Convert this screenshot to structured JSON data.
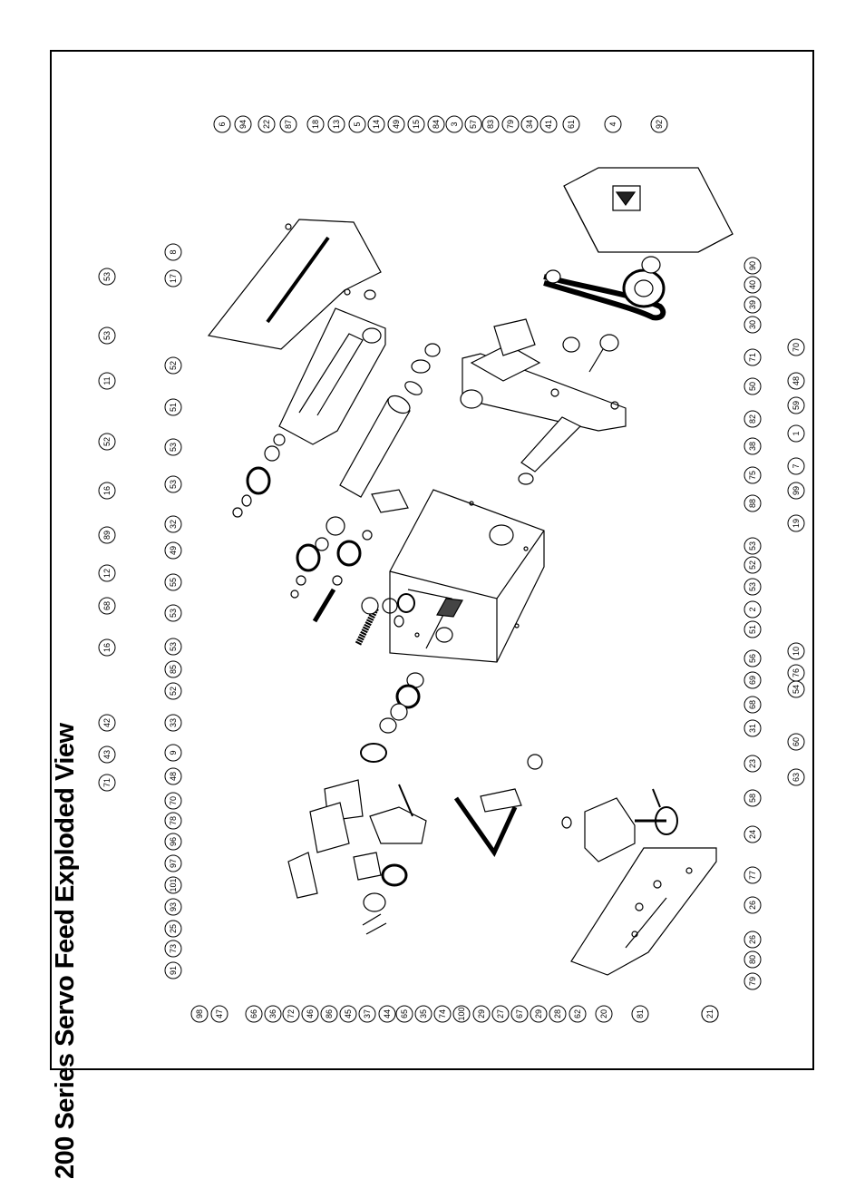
{
  "title": "200 Series Servo Feed Exploded View",
  "callouts": {
    "top": [
      "6",
      "94",
      "22",
      "87",
      "18",
      "13",
      "5",
      "14",
      "49",
      "15",
      "84",
      "3",
      "57",
      "83",
      "79",
      "34",
      "41",
      "61",
      "4",
      "92"
    ],
    "right": [
      "90",
      "40",
      "39",
      "30",
      "70",
      "71",
      "48",
      "50",
      "59",
      "82",
      "1",
      "38",
      "7",
      "75",
      "99",
      "88",
      "19",
      "53",
      "52",
      "53",
      "2",
      "51",
      "10",
      "56",
      "76",
      "69",
      "54",
      "68",
      "31",
      "60",
      "23",
      "63",
      "58",
      "24",
      "77",
      "26",
      "26",
      "80",
      "79",
      "21"
    ],
    "left_upper": [
      "8",
      "17",
      "53",
      "53",
      "52",
      "11",
      "51",
      "52",
      "53",
      "53",
      "16",
      "32",
      "89",
      "49",
      "12",
      "55",
      "68",
      "53",
      "16",
      "53",
      "85",
      "52",
      "42",
      "33",
      "43",
      "9",
      "71",
      "48",
      "70",
      "78",
      "96",
      "97",
      "101",
      "93",
      "25",
      "73",
      "91"
    ],
    "bottom": [
      "98",
      "47",
      "66",
      "36",
      "72",
      "46",
      "86",
      "45",
      "37",
      "44",
      "65",
      "35",
      "74",
      "100",
      "29",
      "27",
      "67",
      "29",
      "28",
      "62",
      "20",
      "81",
      "21"
    ]
  }
}
